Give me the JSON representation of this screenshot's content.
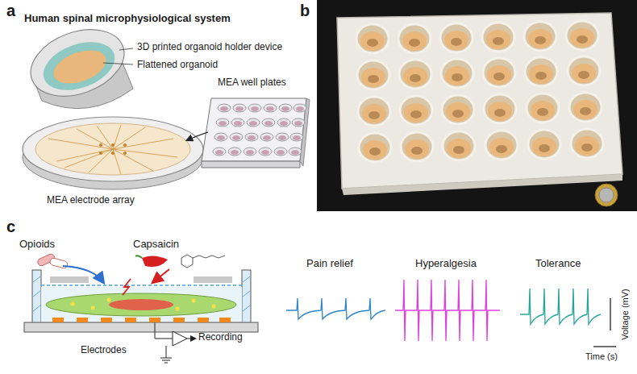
{
  "diagram": {
    "labels": [
      "a",
      "Human spinal microphysiological system",
      "3D printed organoid holder device",
      "Flattened organoid",
      "MEA electrode array",
      "MEA well plates",
      "b",
      "c",
      "Opioids",
      "Capsaicin",
      "Electrodes",
      "Recording",
      "Pain relief",
      "Hyperalgesia",
      "Tolerance",
      "Voltage (mV)",
      "Time (s)"
    ]
  }
}
